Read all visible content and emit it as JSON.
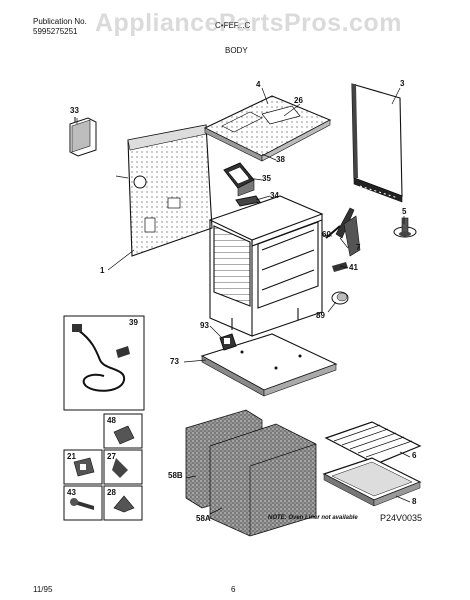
{
  "header": {
    "publication_label": "Publication No.",
    "publication_number": "5995275251",
    "model": "C•FEF...C",
    "section_title": "BODY"
  },
  "watermark": "AppliancePartsPros.com",
  "callouts": {
    "c33": "33",
    "c4": "4",
    "c26": "26",
    "c3": "3",
    "c38": "38",
    "c35": "35",
    "c34": "34",
    "c5": "5",
    "c1": "1",
    "c60": "60",
    "c7": "7",
    "c41": "41",
    "c89": "89",
    "c39": "39",
    "c93": "93",
    "c73": "73",
    "c48": "48",
    "c21": "21",
    "c27": "27",
    "c43": "43",
    "c28": "28",
    "c58b": "58B",
    "c58a": "58A",
    "c6": "6",
    "c8": "8"
  },
  "note": "NOTE: Oven Liner not available",
  "diagram_code": "P24V0035",
  "footer": {
    "date": "11/95",
    "page": "6"
  }
}
